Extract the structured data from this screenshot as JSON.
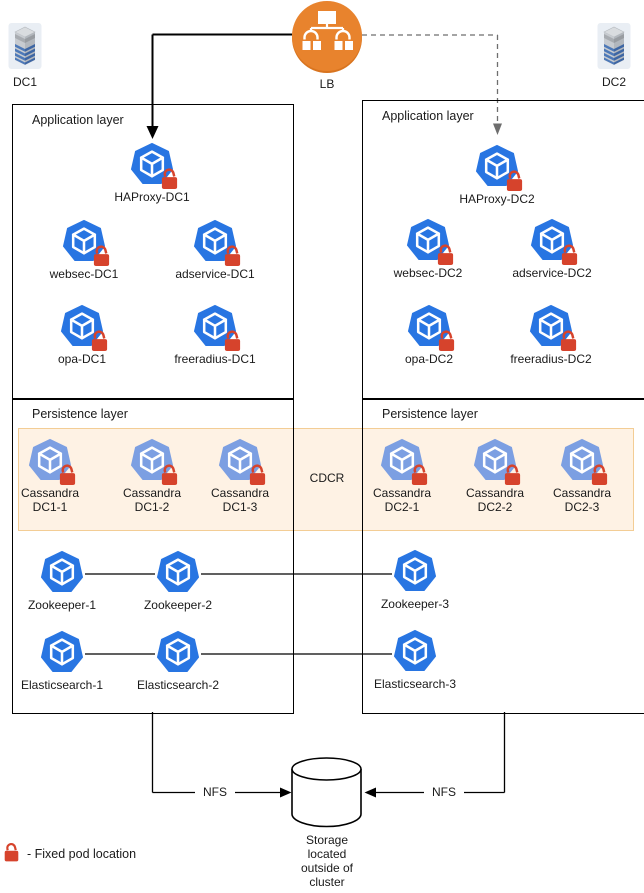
{
  "top": {
    "dc1_label": "DC1",
    "lb_label": "LB",
    "dc2_label": "DC2"
  },
  "left_app": {
    "title": "Application layer",
    "pods": [
      {
        "label": "HAProxy-DC1"
      },
      {
        "label": "websec-DC1"
      },
      {
        "label": "adservice-DC1"
      },
      {
        "label": "opa-DC1"
      },
      {
        "label": "freeradius-DC1"
      }
    ]
  },
  "right_app": {
    "title": "Application layer",
    "pods": [
      {
        "label": "HAProxy-DC2"
      },
      {
        "label": "websec-DC2"
      },
      {
        "label": "adservice-DC2"
      },
      {
        "label": "opa-DC2"
      },
      {
        "label": "freeradius-DC2"
      }
    ]
  },
  "left_persistence": {
    "title": "Persistence layer",
    "cassandra": [
      {
        "label": "Cassandra DC1-1"
      },
      {
        "label": "Cassandra DC1-2"
      },
      {
        "label": "Cassandra DC1-3"
      }
    ]
  },
  "right_persistence": {
    "title": "Persistence layer",
    "cassandra": [
      {
        "label": "Cassandra DC2-1"
      },
      {
        "label": "Cassandra DC2-2"
      },
      {
        "label": "Cassandra DC2-3"
      }
    ]
  },
  "cdcr_label": "CDCR",
  "zookeeper": [
    {
      "label": "Zookeeper-1"
    },
    {
      "label": "Zookeeper-2"
    },
    {
      "label": "Zookeeper-3"
    }
  ],
  "elasticsearch": [
    {
      "label": "Elasticsearch-1"
    },
    {
      "label": "Elasticsearch-2"
    },
    {
      "label": "Elasticsearch-3"
    }
  ],
  "nfs_left_label": "NFS",
  "nfs_right_label": "NFS",
  "storage_label": "Storage located outside of cluster",
  "legend": {
    "text": "-  Fixed pod location"
  },
  "colors": {
    "pod_blue": "#2875E2",
    "cassandra_blue": "#7C9FE2",
    "lock_red": "#D6432C",
    "lb_orange": "#E8832D",
    "cdcr_fill": "#FEF2E4",
    "cdcr_border": "#F3CD95"
  }
}
